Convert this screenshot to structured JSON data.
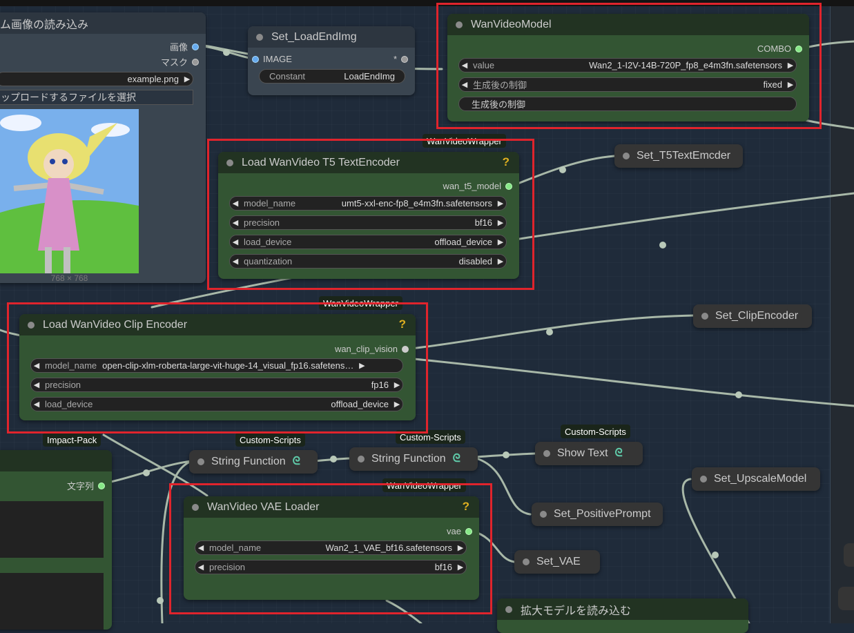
{
  "load_image": {
    "title": "ム画像の読み込み",
    "out_image": "画像",
    "out_mask": "マスク",
    "file_value": "example.png",
    "upload_label": "ップロードするファイルを選択",
    "dims": "768 × 768"
  },
  "set_loadendimg": {
    "title": "Set_LoadEndImg",
    "input_label": "IMAGE",
    "input_star": "*",
    "widget_label": "Constant",
    "widget_value": "LoadEndImg"
  },
  "wanvideomodel": {
    "title": "WanVideoModel",
    "output": "COMBO",
    "value_label": "value",
    "value_value": "Wan2_1-I2V-14B-720P_fp8_e4m3fn.safetensors",
    "control_label": "生成後の制御",
    "control_value": "fixed",
    "control2_label": "生成後の制御"
  },
  "t5": {
    "tag": "WanVideoWrapper",
    "title": "Load WanVideo T5 TextEncoder",
    "help": "?",
    "output": "wan_t5_model",
    "widgets": [
      {
        "label": "model_name",
        "value": "umt5-xxl-enc-fp8_e4m3fn.safetensors"
      },
      {
        "label": "precision",
        "value": "bf16"
      },
      {
        "label": "load_device",
        "value": "offload_device"
      },
      {
        "label": "quantization",
        "value": "disabled"
      }
    ]
  },
  "clip": {
    "tag": "WanVideoWrapper",
    "title": "Load WanVideo Clip Encoder",
    "help": "?",
    "output": "wan_clip_vision",
    "widgets": [
      {
        "label": "model_name",
        "value": "open-clip-xlm-roberta-large-vit-huge-14_visual_fp16.safetens…"
      },
      {
        "label": "precision",
        "value": "fp16"
      },
      {
        "label": "load_device",
        "value": "offload_device"
      }
    ]
  },
  "vae": {
    "tag": "WanVideoWrapper",
    "title": "WanVideo VAE Loader",
    "help": "?",
    "output": "vae",
    "widgets": [
      {
        "label": "model_name",
        "value": "Wan2_1_VAE_bf16.safetensors"
      },
      {
        "label": "precision",
        "value": "bf16"
      }
    ]
  },
  "impact": {
    "tag": "Impact-Pack",
    "output": "文字列"
  },
  "pills": {
    "set_t5": "Set_T5TextEmcder",
    "set_clip": "Set_ClipEncoder",
    "string_fn_1": "String Function",
    "string_fn_2": "String Function",
    "show_text": "Show Text",
    "set_upscale": "Set_UpscaleModel",
    "set_positive": "Set_PositivePrompt",
    "set_vae": "Set_VAE",
    "upscale_loader": "拡大モデルを読み込む"
  },
  "tags": {
    "custom1": "Custom-Scripts",
    "custom2": "Custom-Scripts",
    "custom3": "Custom-Scripts"
  },
  "colors": {
    "accent_red": "#e0242c",
    "node_green": "#335533",
    "port_green": "#88e888",
    "help_yellow": "#e0b020"
  }
}
